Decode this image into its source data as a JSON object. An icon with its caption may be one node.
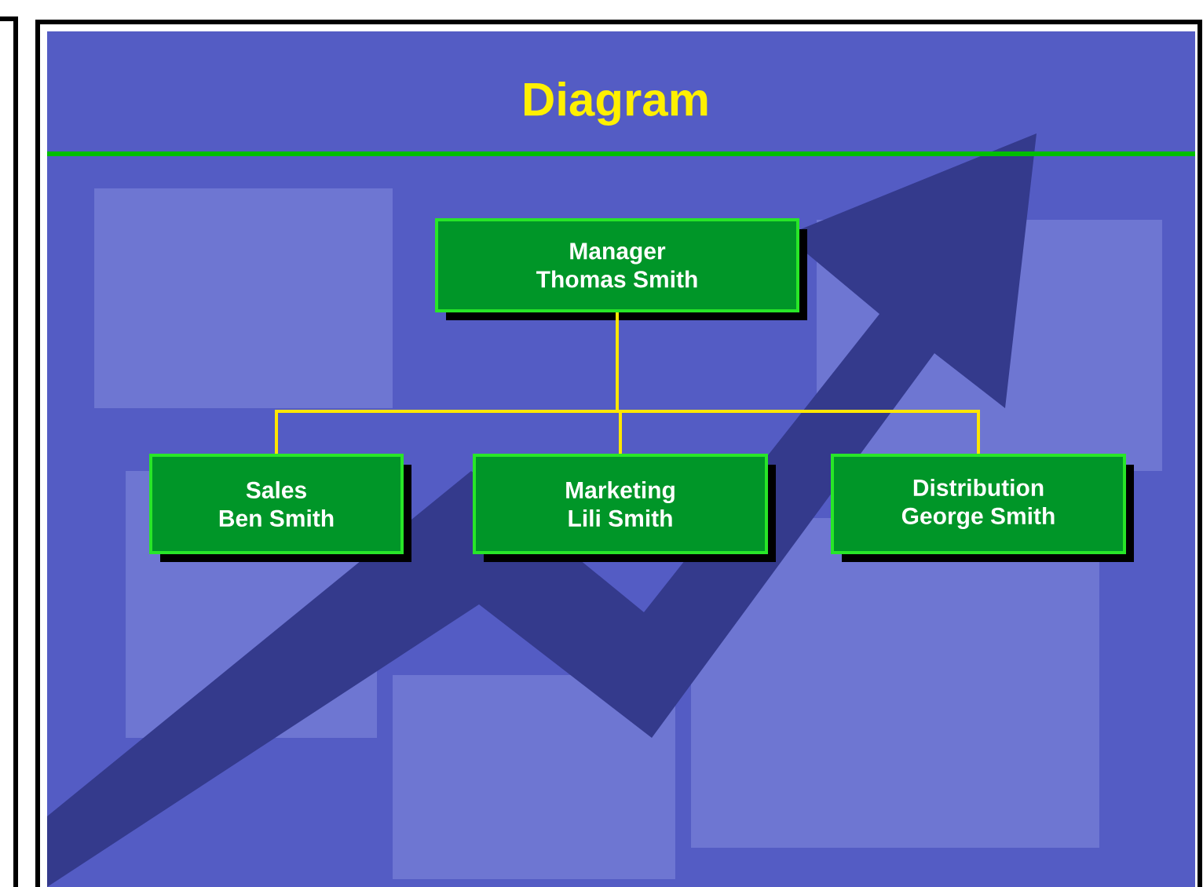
{
  "diagram": {
    "title": "Diagram",
    "nodes": [
      {
        "text": [
          "Manager",
          "Thomas Smith"
        ]
      },
      {
        "text": [
          "Sales",
          "Ben Smith"
        ]
      },
      {
        "text": [
          "Marketing",
          "Lili Smith"
        ]
      },
      {
        "text": [
          "Distribution",
          "George Smith"
        ]
      }
    ],
    "edges": [
      {
        "from": 0,
        "to": 1,
        "arrow": "none"
      },
      {
        "from": 0,
        "to": 2,
        "arrow": "none"
      },
      {
        "from": 0,
        "to": 3,
        "arrow": "none"
      }
    ]
  }
}
